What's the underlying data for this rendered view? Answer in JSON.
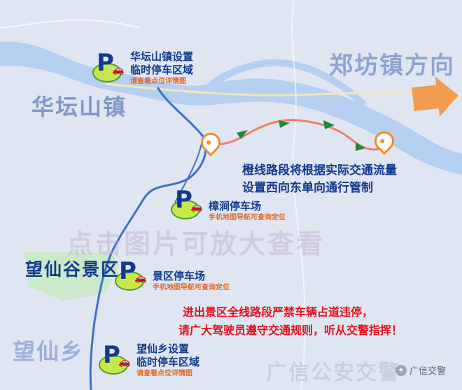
{
  "regions": {
    "huatan": "华坛山镇",
    "zhengfang": "郑坊镇方向",
    "wangxiangu": "望仙谷景区",
    "wangxian": "望仙乡"
  },
  "watermark": "点击图片可放大查看",
  "parking": [
    {
      "title1": "华坛山镇设置",
      "title2": "临时停车区域",
      "sub": "请查看点位详情图"
    },
    {
      "title1": "樟涧停车场",
      "title2": "",
      "sub": "手机地图导航可查询定位"
    },
    {
      "title1": "景区停车场",
      "title2": "",
      "sub": "手机地图导航可查询定位"
    },
    {
      "title1": "望仙乡设置",
      "title2": "临时停车区域",
      "sub": "请查看点位详情图"
    }
  ],
  "notes": {
    "orange_line_1": "橙线路段将根据实际交通流量",
    "orange_line_2": "设置西向东单向通行管制",
    "warning_1": "进出景区全线路段严禁车辆占道违停，",
    "warning_2": "请广大驾驶员遵守交通规则，听从交警指挥！"
  },
  "footer": {
    "bottom_watermark": "广信公安交警",
    "brand": "广信交警"
  },
  "colors": {
    "background": "#dfe6f2",
    "river": "#b5cff1",
    "route_blue": "#3f71c7",
    "orange": "#f28c28",
    "red_text": "#e3101c",
    "navy": "#123a8f",
    "region_text": "#7f97c9"
  }
}
